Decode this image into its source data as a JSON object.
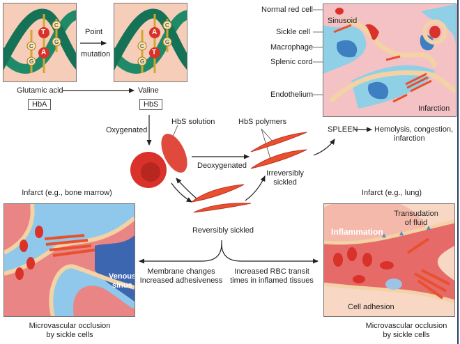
{
  "dna": {
    "left_bases": [
      "T",
      "A",
      "C",
      "G",
      "C",
      "G"
    ],
    "right_bases": [
      "A",
      "T",
      "C",
      "G",
      "C",
      "G"
    ],
    "mutation_top": "Point",
    "mutation_bottom": "mutation",
    "amino_left": "Glutamic acid",
    "amino_right": "Valine",
    "hb_left": "HbA",
    "hb_right": "HbS"
  },
  "center": {
    "oxygenated": "Oxygenated",
    "hbs_solution": "HbS solution",
    "deoxygenated": "Deoxygenated",
    "hbs_polymers": "HbS polymers",
    "irreversibly_1": "Irreversibly",
    "irreversibly_2": "sickled",
    "reversibly": "Reversibly sickled",
    "membrane_1": "Membrane changes",
    "membrane_2": "Increased adhesiveness",
    "transit_1": "Increased RBC transit",
    "transit_2": "times in inflamed tissues"
  },
  "spleen": {
    "labels": [
      "Normal red cell",
      "Sickle cell",
      "Macrophage",
      "Splenic cord",
      "Endothelium"
    ],
    "sinusoid": "Sinusoid",
    "infarction": "Infarction",
    "title": "SPLEEN",
    "outcome_1": "Hemolysis, congestion,",
    "outcome_2": "infarction"
  },
  "bone_marrow": {
    "title": "Infarct (e.g., bone marrow)",
    "venous_1": "Venous",
    "venous_2": "sinus",
    "caption_1": "Microvascular occlusion",
    "caption_2": "by sickle cells"
  },
  "lung": {
    "title": "Infarct (e.g., lung)",
    "inflammation": "Inflammation",
    "transudation_1": "Transudation",
    "transudation_2": "of fluid",
    "cell_adhesion": "Cell adhesion",
    "caption_1": "Microvascular occlusion",
    "caption_2": "by sickle cells"
  },
  "colors": {
    "dna_bg": "#f6cdb8",
    "helix": "#1f8a68",
    "rbc": "#d9322b",
    "sickle": "#e8502f",
    "blue_sinus": "#3d7fc1",
    "light_blue": "#8fd0e6",
    "pink": "#f4c2c4",
    "endothelium": "#f3d2a5",
    "lung_bg": "#f8d7c4"
  }
}
